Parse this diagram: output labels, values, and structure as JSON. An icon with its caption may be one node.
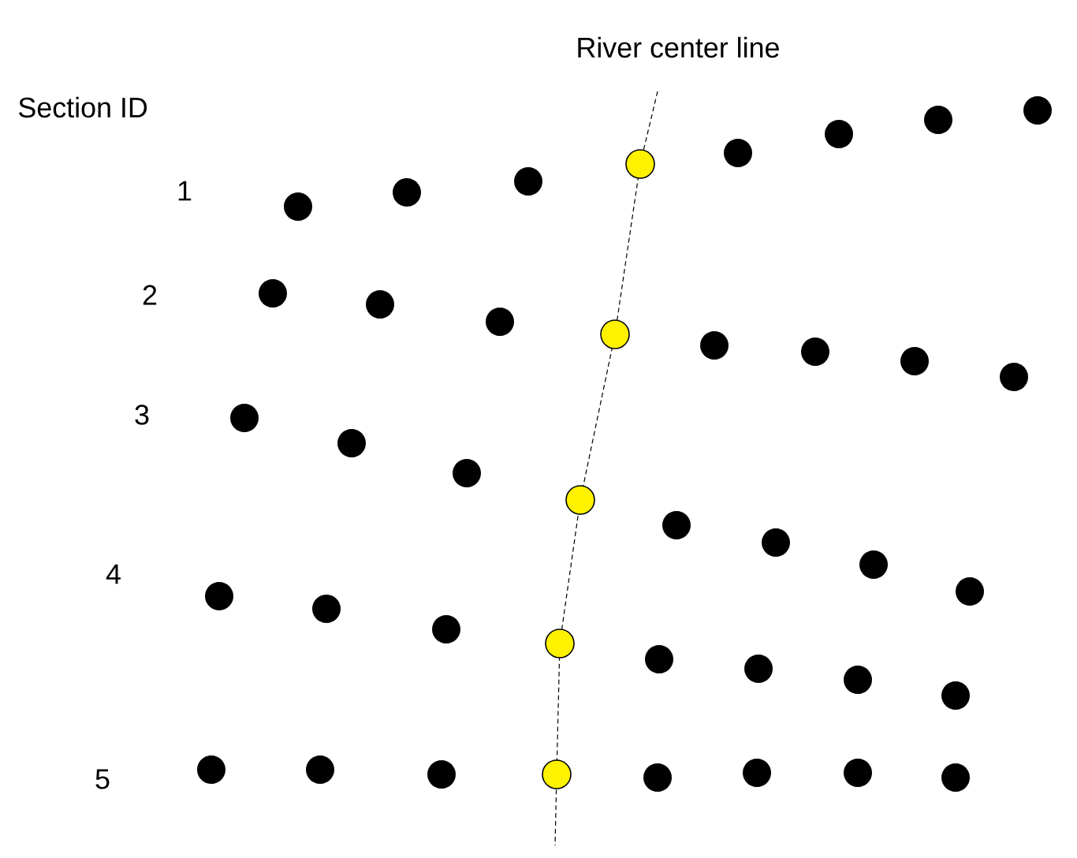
{
  "diagram": {
    "labels": [
      "River center line",
      "Section ID",
      "1",
      "2",
      "3",
      "4",
      "5"
    ]
  }
}
